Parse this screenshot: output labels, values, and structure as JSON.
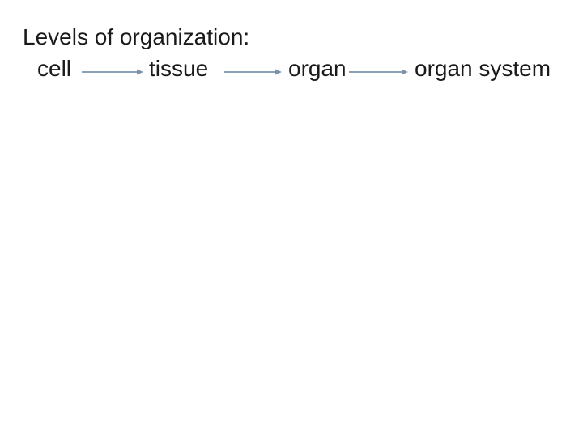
{
  "title": "Levels of organization:",
  "levels": [
    "cell",
    "tissue",
    "organ",
    "organ system"
  ],
  "colors": {
    "arrow": "#7a93a9",
    "text": "#1a1a1a",
    "background": "#ffffff"
  }
}
